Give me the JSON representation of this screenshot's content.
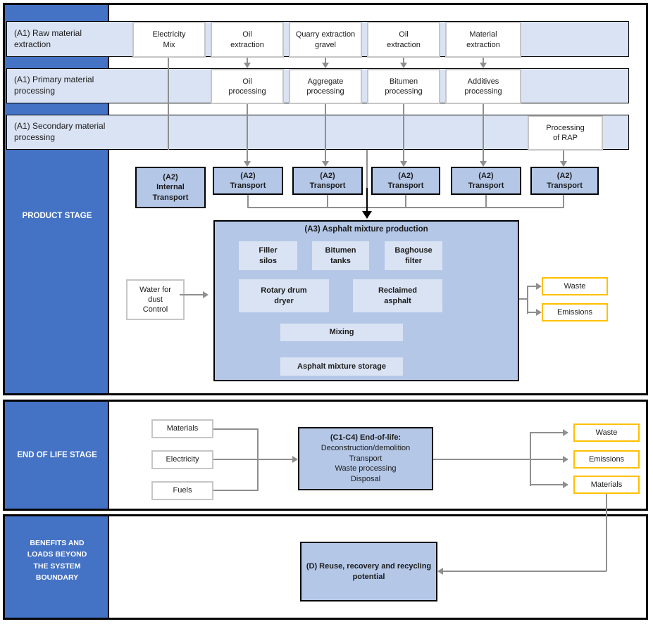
{
  "colors": {
    "sidebar_blue": "#4472C4",
    "band_fill": "#DAE3F3",
    "box_blue": "#B4C7E7",
    "unit_fill": "#DAE3F3",
    "accent_yellow": "#FFC000",
    "connector_gray": "#8F8F8F"
  },
  "product_stage": {
    "sidebar_label": "PRODUCT STAGE",
    "bands": {
      "raw": "(A1) Raw material\nextraction",
      "primary": "(A1) Primary material\nprocessing",
      "secondary": "(A1) Secondary material\nprocessing"
    },
    "extraction_boxes": [
      "Electricity\nMix",
      "Oil\nextraction",
      "Quarry extraction\ngravel",
      "Oil\nextraction",
      "Material\nextraction"
    ],
    "processing_boxes": [
      "Oil\nprocessing",
      "Aggregate\nprocessing",
      "Bitumen\nprocessing",
      "Additives\nprocessing"
    ],
    "rap_box": "Processing\nof RAP",
    "internal_transport": "(A2)\nInternal\nTransport",
    "transport": "(A2)\nTransport",
    "a3": {
      "title": "(A3) Asphalt mixture production",
      "units": [
        "Filler\nsilos",
        "Bitumen\ntanks",
        "Baghouse\nfilter",
        "Rotary drum\ndryer",
        "Reclaimed\nasphalt",
        "Mixing",
        "Asphalt mixture storage"
      ]
    },
    "water_box": "Water for\ndust\nControl",
    "outputs": [
      "Waste",
      "Emissions"
    ]
  },
  "end_of_life": {
    "sidebar_label": "END OF LIFE STAGE",
    "inputs": [
      "Materials",
      "Electricity",
      "Fuels"
    ],
    "c_box": {
      "title": "(C1-C4) End-of-life:",
      "lines": "Deconstruction/demolition\nTransport\nWaste processing\nDisposal"
    },
    "outputs": [
      "Waste",
      "Emissions",
      "Materials"
    ]
  },
  "benefits": {
    "sidebar_label": "BENEFITS AND\nLOADS BEYOND\nTHE SYSTEM\nBOUNDARY",
    "d_box": "(D) Reuse, recovery and recycling\npotential"
  }
}
